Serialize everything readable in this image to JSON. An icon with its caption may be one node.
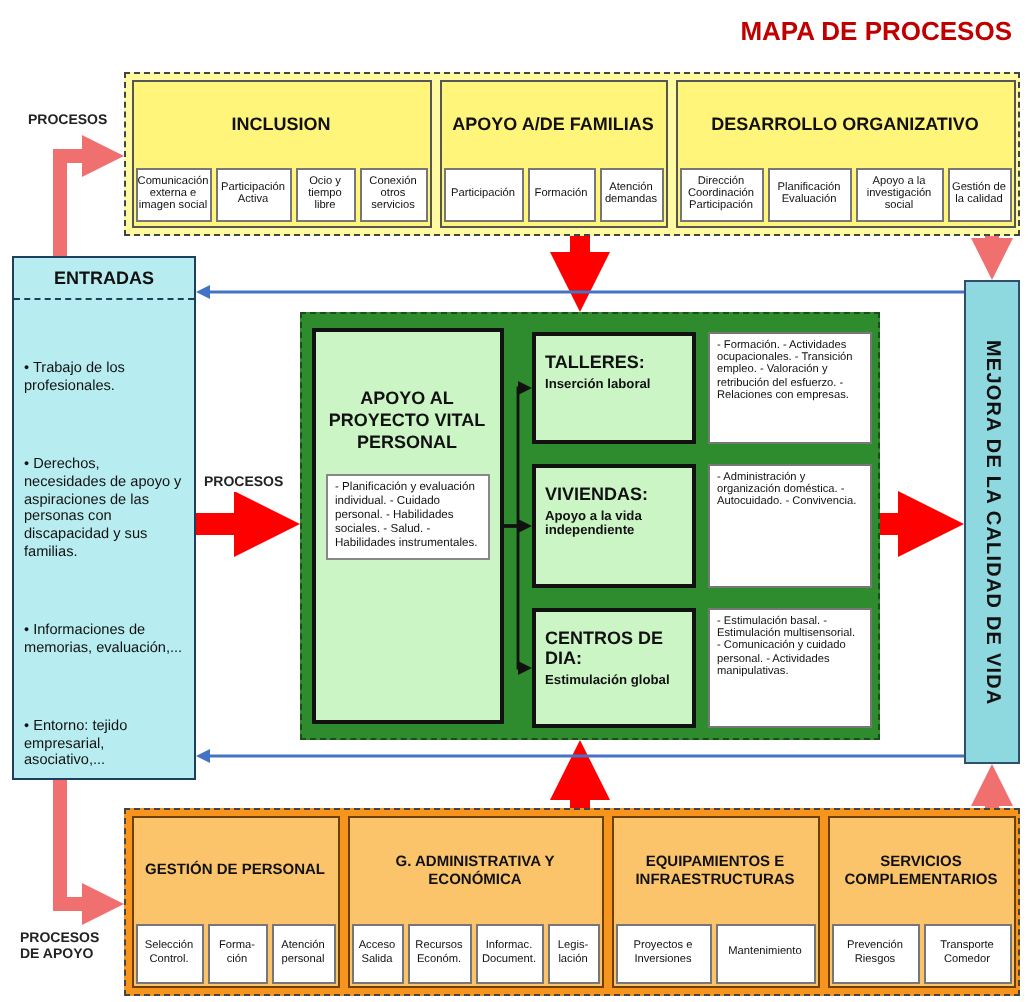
{
  "diagram": {
    "title": "MAPA DE PROCESOS",
    "nodes": [
      {
        "text": [
          "ENTRADAS",
          "• Trabajo de los profesionales.",
          "• Derechos, necesidades de apoyo y aspiraciones de las personas con discapacidad y sus familias.",
          "• Informaciones de memorias, evaluación,...",
          "• Entorno: tejido empresarial, asociativo,..."
        ]
      },
      {
        "text": [],
        "shape": "box"
      },
      {
        "text": [
          "INCLUSION"
        ],
        "in": 1
      },
      {
        "text": [
          "Comunicación externa e imagen social"
        ],
        "in": 2
      },
      {
        "text": [
          "Participación Activa"
        ],
        "in": 2
      },
      {
        "text": [
          "Ocio y tiempo libre"
        ],
        "in": 2
      },
      {
        "text": [
          "Conexión otros servicios"
        ],
        "in": 2
      },
      {
        "text": [
          "APOYO A/DE FAMILIAS"
        ],
        "in": 1
      },
      {
        "text": [
          "Participación"
        ],
        "in": 7
      },
      {
        "text": [
          "Formación"
        ],
        "in": 7
      },
      {
        "text": [
          "Atención demandas"
        ],
        "in": 7
      },
      {
        "text": [
          "DESARROLLO ORGANIZATIVO"
        ],
        "in": 1
      },
      {
        "text": [
          "Dirección Coordinación Participación"
        ],
        "in": 11
      },
      {
        "text": [
          "Planificación Evaluación"
        ],
        "in": 11
      },
      {
        "text": [
          "Apoyo a la investigación social"
        ],
        "in": 11
      },
      {
        "text": [
          "Gestión de la calidad"
        ],
        "in": 11
      },
      {
        "text": [],
        "shape": "box"
      },
      {
        "text": [
          "APOYO AL PROYECTO VITAL PERSONAL",
          "- Planificación y evaluación individual. - Cuidado personal. - Habilidades sociales. - Salud. - Habilidades instrumentales."
        ],
        "in": 16
      },
      {
        "text": [
          "TALLERES:",
          "Inserción laboral"
        ],
        "in": 16
      },
      {
        "text": [
          "- Formación. - Actividades ocupacionales. - Transición empleo. - Valoración y retribución del esfuerzo. - Relaciones con empresas."
        ],
        "in": 16
      },
      {
        "text": [
          "VIVIENDAS:",
          "Apoyo a la vida independiente"
        ],
        "in": 16
      },
      {
        "text": [
          "- Administración y organización doméstica. - Autocuidado. - Convivencia."
        ],
        "in": 16
      },
      {
        "text": [
          "CENTROS DE DIA:",
          "Estimulación global"
        ],
        "in": 16
      },
      {
        "text": [
          "- Estimulación basal. - Estimulación multisensorial. - Comunicación y cuidado personal. - Actividades manipulativas."
        ],
        "in": 16
      },
      {
        "text": [
          "MEJORA DE LA CALIDAD DE VIDA"
        ]
      },
      {
        "text": [],
        "shape": "box"
      },
      {
        "text": [
          "GESTIÓN DE PERSONAL"
        ],
        "in": 25
      },
      {
        "text": [
          "Selección Control."
        ],
        "in": 26
      },
      {
        "text": [
          "Forma- ción"
        ],
        "in": 26
      },
      {
        "text": [
          "Atención personal"
        ],
        "in": 26
      },
      {
        "text": [
          "G. ADMINISTRATIVA Y ECONÓMICA"
        ],
        "in": 25
      },
      {
        "text": [
          "Acceso Salida"
        ],
        "in": 30
      },
      {
        "text": [
          "Recursos Económ."
        ],
        "in": 30
      },
      {
        "text": [
          "Informac. Document."
        ],
        "in": 30
      },
      {
        "text": [
          "Legis- lación"
        ],
        "in": 30
      },
      {
        "text": [
          "EQUIPAMIENTOS E INFRAESTRUCTURAS"
        ],
        "in": 25
      },
      {
        "text": [
          "Proyectos e Inversiones"
        ],
        "in": 35
      },
      {
        "text": [
          "Mantenimiento"
        ],
        "in": 35
      },
      {
        "text": [
          "SERVICIOS COMPLEMENTARIOS"
        ],
        "in": 25
      },
      {
        "text": [
          "Prevención Riesgos"
        ],
        "in": 38
      },
      {
        "text": [
          "Transporte Comedor"
        ],
        "in": 38
      }
    ],
    "edges": [
      {
        "from": 0,
        "to": 1,
        "arrow": "to",
        "label": "PROCESOS",
        "color": "#f07070"
      },
      {
        "from": 0,
        "to": 16,
        "arrow": "to",
        "label": "PROCESOS",
        "color": "#ff0000"
      },
      {
        "from": 0,
        "to": 25,
        "arrow": "to",
        "label": "PROCESOS DE APOYO",
        "color": "#f07070"
      },
      {
        "from": 1,
        "to": 16,
        "arrow": "to",
        "color": "#ff0000"
      },
      {
        "from": 25,
        "to": 16,
        "arrow": "to",
        "color": "#ff0000"
      },
      {
        "from": 16,
        "to": 24,
        "arrow": "to",
        "color": "#ff0000"
      },
      {
        "from": 1,
        "to": 24,
        "arrow": "to",
        "color": "#f07070"
      },
      {
        "from": 25,
        "to": 24,
        "arrow": "to",
        "color": "#f07070"
      },
      {
        "from": 24,
        "to": 0,
        "arrow": "to",
        "color": "#4472c4"
      },
      {
        "from": 24,
        "to": 0,
        "arrow": "to",
        "color": "#4472c4"
      },
      {
        "from": 17,
        "to": 18,
        "arrow": "to",
        "color": "#111111"
      },
      {
        "from": 17,
        "to": 20,
        "arrow": "to",
        "color": "#111111"
      },
      {
        "from": 17,
        "to": 22,
        "arrow": "to",
        "color": "#111111"
      }
    ]
  }
}
